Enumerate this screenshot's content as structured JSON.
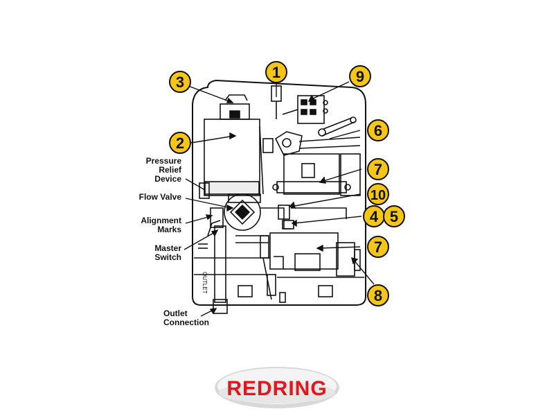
{
  "labels": {
    "pressure_relief": "Pressure\nRelief\nDevice",
    "flow_valve": "Flow Valve",
    "alignment": "Alignment\nMarks",
    "master_switch": "Master\nSwitch",
    "outlet_connection": "Outlet\nConnection",
    "outlet_stamp": "OUTLET"
  },
  "callouts": [
    "1",
    "2",
    "3",
    "4",
    "5",
    "7",
    "7",
    "8",
    "9",
    "10"
  ],
  "brand": {
    "name": "REDRING",
    "color": "#e3161b"
  },
  "colors": {
    "callout_fill": "#f5c518",
    "line": "#111111"
  }
}
